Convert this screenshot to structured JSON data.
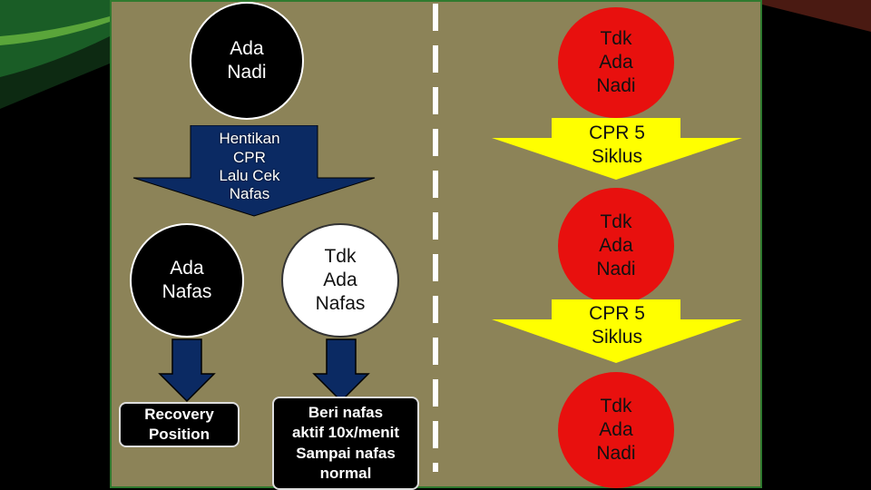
{
  "left_top_circle": "Ada\nNadi",
  "blue_arrow_text": "Hentikan\nCPR\nLalu Cek\nNafas",
  "ada_nafas_circle": "Ada\nNafas",
  "tdk_ada_nafas_circle": "Tdk\nAda\nNafas",
  "recovery_box": "Recovery\nPosition",
  "beri_nafas_box": "Beri nafas\naktif 10x/menit\nSampai nafas\nnormal",
  "right_circles": [
    "Tdk\nAda\nNadi",
    "Tdk\nAda\nNadi",
    "Tdk\nAda\nNadi"
  ],
  "yellow_arrows": [
    "CPR 5\nSiklus",
    "CPR 5\nSiklus"
  ],
  "colors": {
    "panel": "#8c8358",
    "panel_border": "#2f7a2f",
    "red": "#e8100e",
    "navy": "#0b2a63",
    "yellow": "#ffff00"
  }
}
